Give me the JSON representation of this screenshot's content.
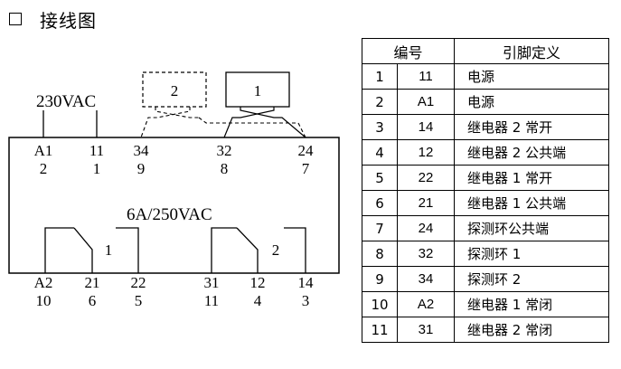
{
  "header": {
    "title": "接线图"
  },
  "diagram": {
    "supply_label": "230VAC",
    "rating_label": "6A/250VAC",
    "box_labels": [
      "2",
      "1"
    ],
    "relay_labels": [
      "1",
      "2"
    ],
    "top_terminals": [
      {
        "code": "A1",
        "num": "2"
      },
      {
        "code": "11",
        "num": "1"
      },
      {
        "code": "34",
        "num": "9"
      },
      {
        "code": "32",
        "num": "8"
      },
      {
        "code": "24",
        "num": "7"
      }
    ],
    "bottom_terminals": [
      {
        "code": "A2",
        "num": "10"
      },
      {
        "code": "21",
        "num": "6"
      },
      {
        "code": "22",
        "num": "5"
      },
      {
        "code": "31",
        "num": "11"
      },
      {
        "code": "12",
        "num": "4"
      },
      {
        "code": "14",
        "num": "3"
      }
    ]
  },
  "table": {
    "header_number": "编号",
    "header_function": "引脚定义",
    "rows": [
      {
        "n": "1",
        "code": "11",
        "desc": "电源"
      },
      {
        "n": "2",
        "code": "A1",
        "desc": "电源"
      },
      {
        "n": "3",
        "code": "14",
        "desc": "继电器 2 常开"
      },
      {
        "n": "4",
        "code": "12",
        "desc": "继电器 2 公共端"
      },
      {
        "n": "5",
        "code": "22",
        "desc": "继电器 1 常开"
      },
      {
        "n": "6",
        "code": "21",
        "desc": "继电器 1 公共端"
      },
      {
        "n": "7",
        "code": "24",
        "desc": "探测环公共端"
      },
      {
        "n": "8",
        "code": "32",
        "desc": "探测环 1"
      },
      {
        "n": "9",
        "code": "34",
        "desc": "探测环 2"
      },
      {
        "n": "10",
        "code": "A2",
        "desc": "继电器 1 常闭"
      },
      {
        "n": "11",
        "code": "31",
        "desc": "继电器 2 常闭"
      }
    ]
  }
}
